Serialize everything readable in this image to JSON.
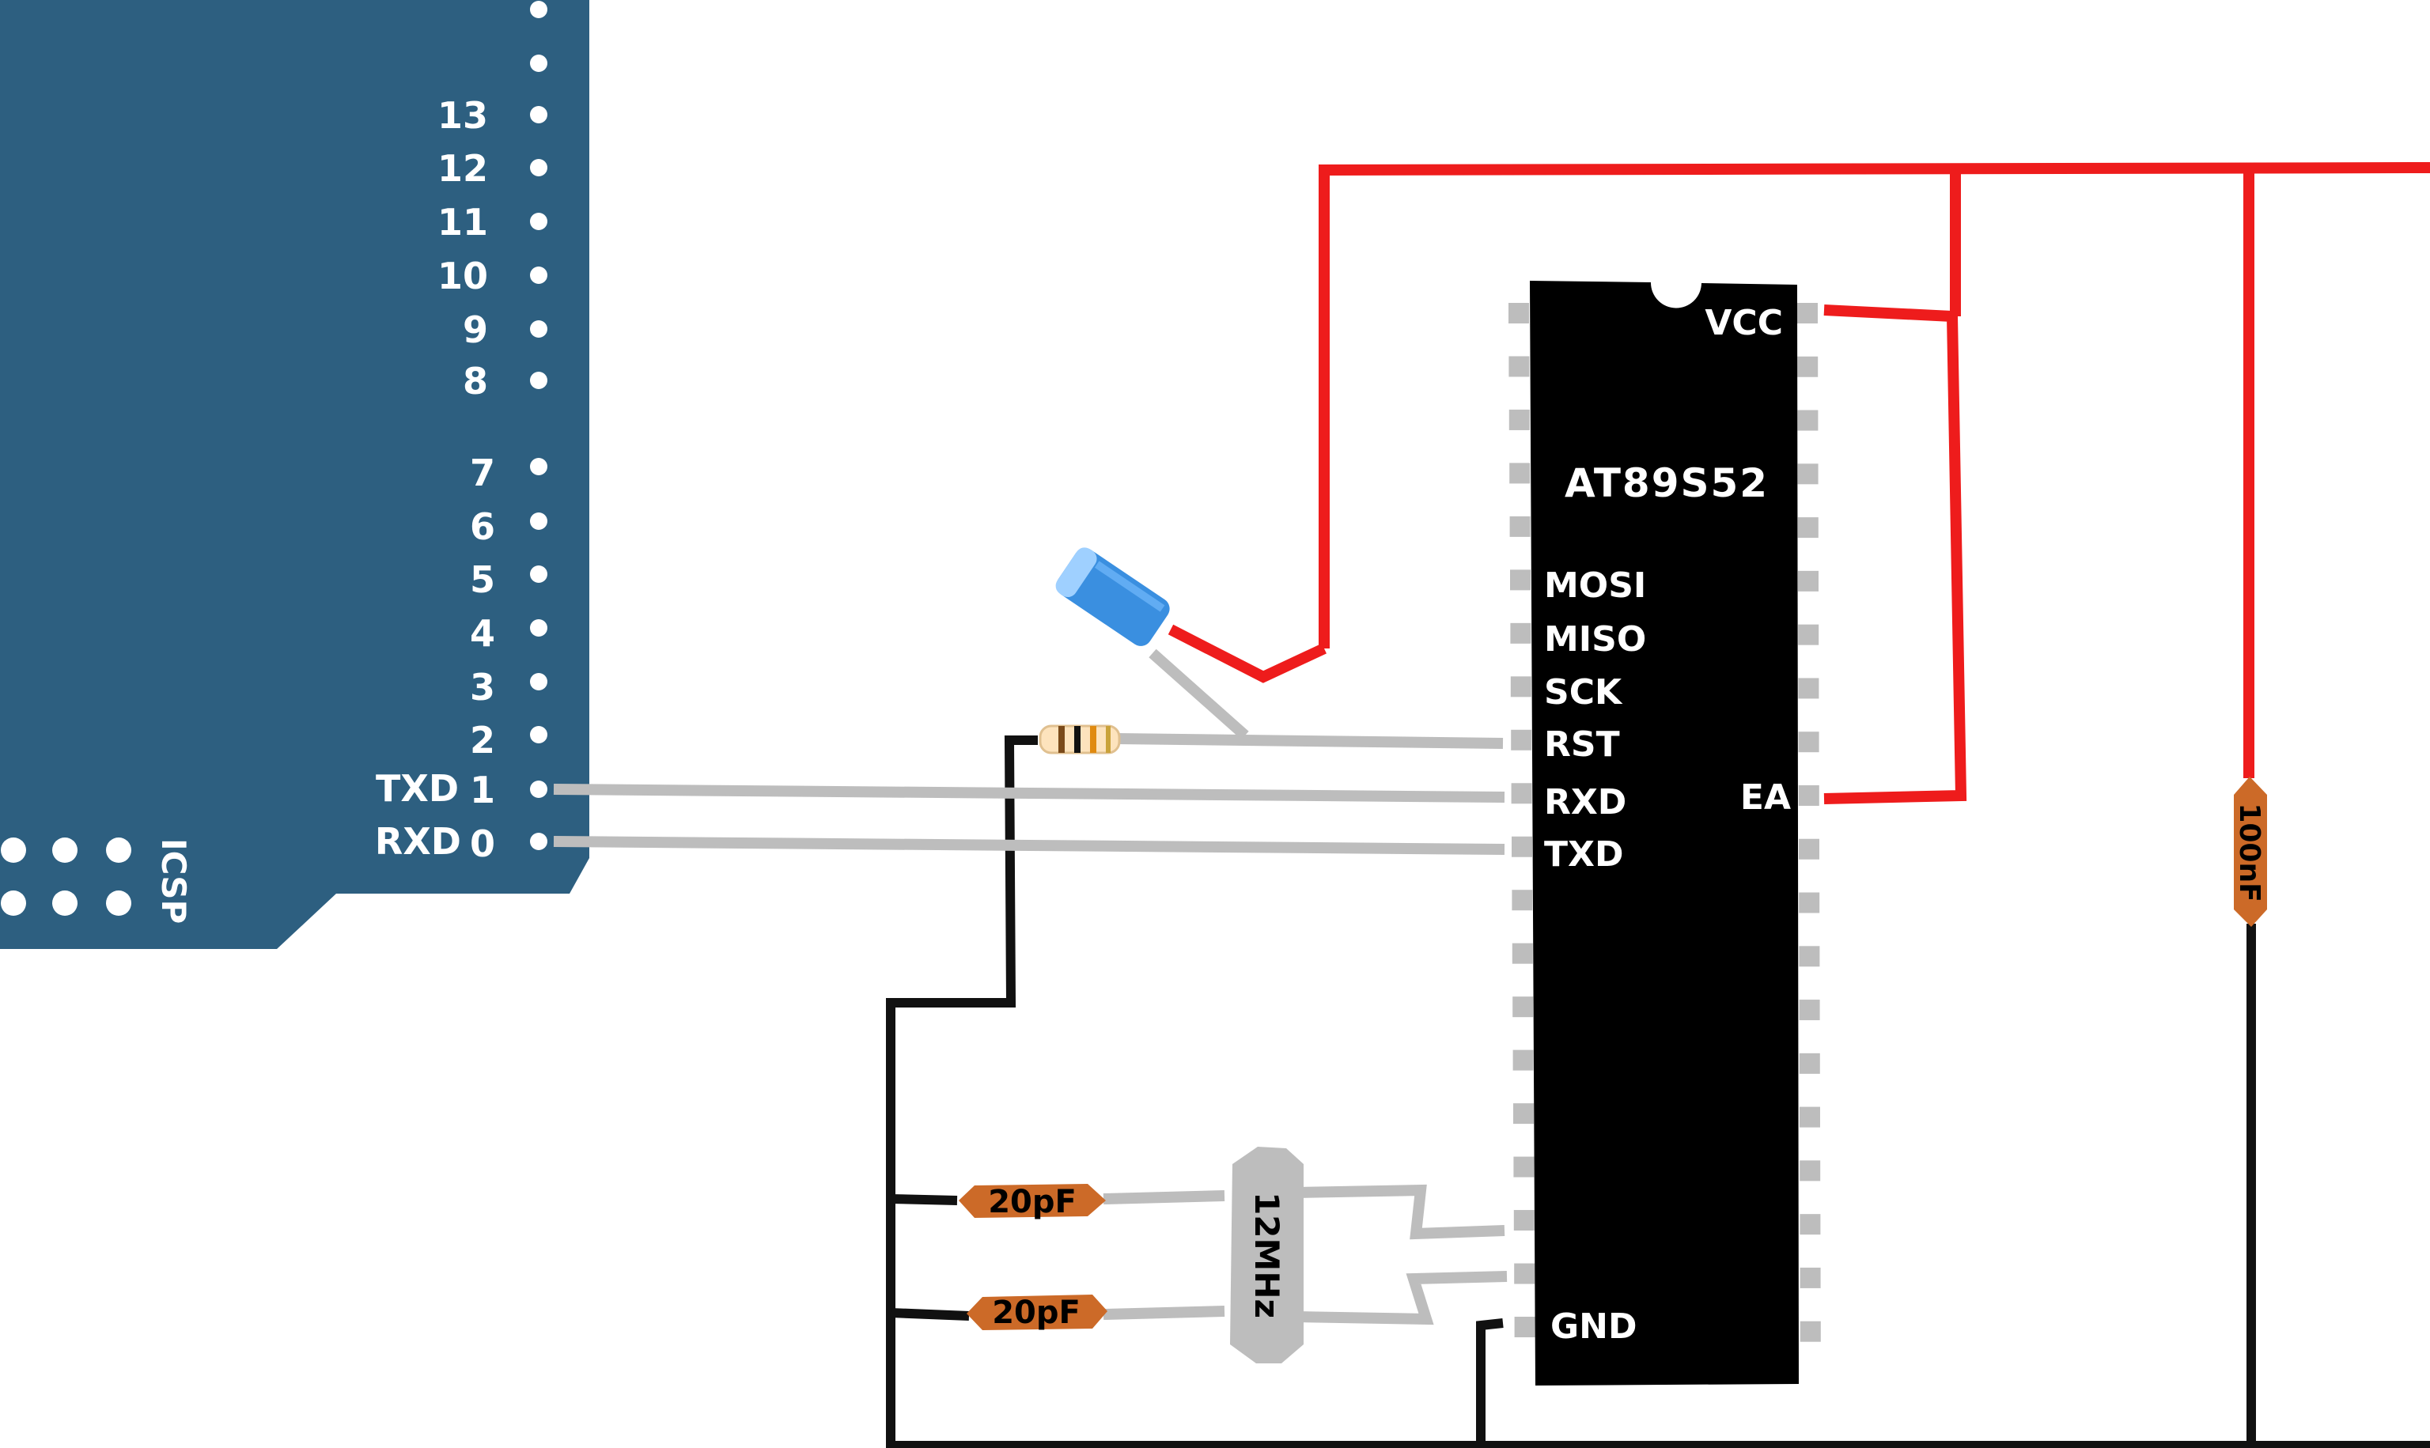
{
  "arduino": {
    "pin_labels": [
      "13",
      "12",
      "11",
      "10",
      "9",
      "8",
      "7",
      "6",
      "5",
      "4",
      "3",
      "2",
      "1",
      "0"
    ],
    "txd_label": "TXD",
    "rxd_label": "RXD",
    "icsp_label": "ICSP",
    "board_color": "#2d5f80"
  },
  "chip": {
    "name": "AT89S52",
    "pins_left": [
      "MOSI",
      "MISO",
      "SCK",
      "RST",
      "RXD",
      "TXD",
      "GND"
    ],
    "pins_right": [
      "VCC",
      "EA"
    ]
  },
  "components": {
    "crystal": "12MHz",
    "cap_top": "20pF",
    "cap_bottom": "20pF",
    "decoupling_cap": "100nF"
  },
  "colors": {
    "vcc_wire": "#ee1c1c",
    "gnd_wire": "#111111",
    "signal_wire": "#bdbdbd",
    "chip_body": "#000000",
    "ceramic_cap": "#cc6a28",
    "electrolytic_cap": "#3a8fe0"
  }
}
